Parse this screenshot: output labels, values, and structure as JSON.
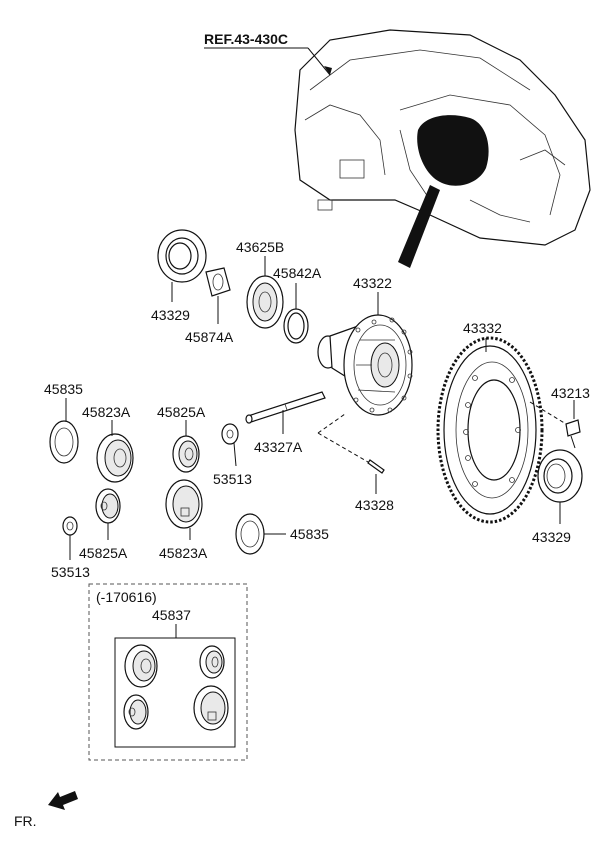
{
  "ref_label": "REF.43-430C",
  "parts": {
    "p43329_top": "43329",
    "p45874A": "45874A",
    "p43625B": "43625B",
    "p45842A": "45842A",
    "p43322": "43322",
    "p43332": "43332",
    "p43213": "43213",
    "p45835_left": "45835",
    "p45823A_top": "45823A",
    "p45825A_top": "45825A",
    "p53513_right": "53513",
    "p43327A": "43327A",
    "p43328": "43328",
    "p43329_right": "43329",
    "p53513_left": "53513",
    "p45825A_bottom": "45825A",
    "p45823A_bottom": "45823A",
    "p45835_bottom": "45835",
    "kit_date": "(-170616)",
    "kit_part": "45837"
  },
  "direction_label": "FR."
}
